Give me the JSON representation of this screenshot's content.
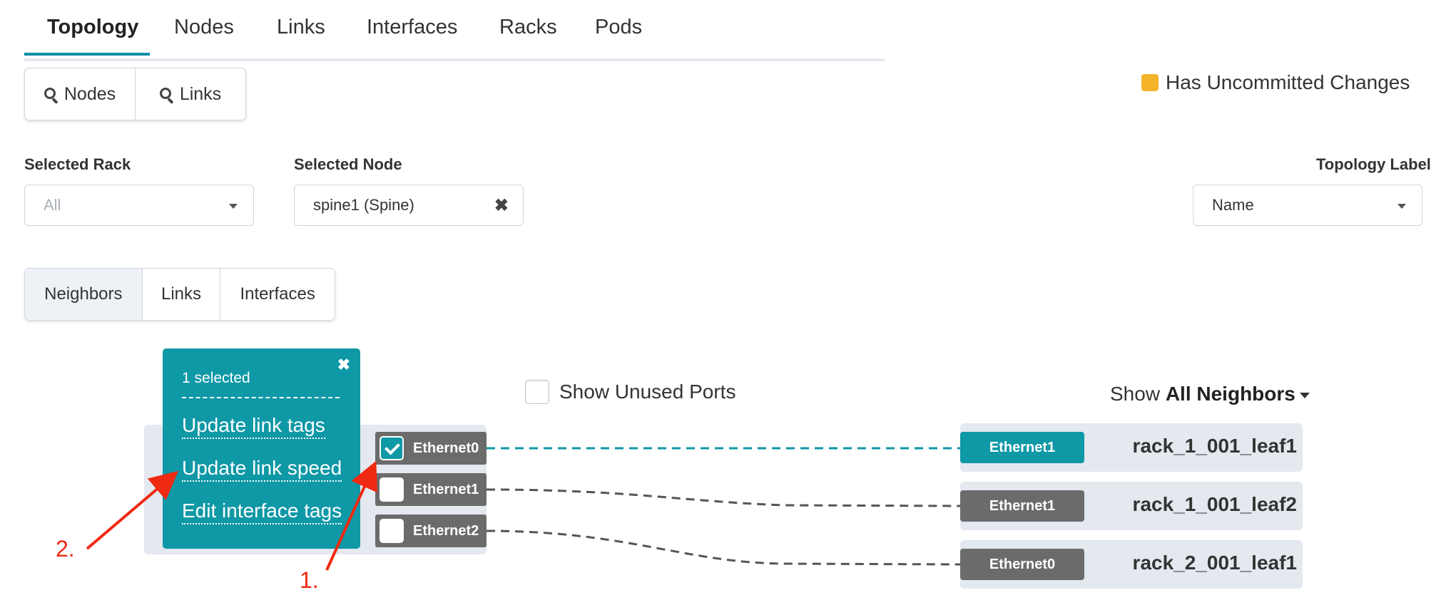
{
  "top_tabs": [
    {
      "label": "Topology",
      "active": true
    },
    {
      "label": "Nodes"
    },
    {
      "label": "Links"
    },
    {
      "label": "Interfaces"
    },
    {
      "label": "Racks"
    },
    {
      "label": "Pods"
    }
  ],
  "search": {
    "nodes_label": "Nodes",
    "links_label": "Links"
  },
  "status": {
    "uncommitted_label": "Has Uncommitted Changes",
    "color": "#f5b32a"
  },
  "filters": {
    "rack_label": "Selected Rack",
    "rack_value": "All",
    "node_label": "Selected Node",
    "node_value": "spine1 (Spine)",
    "topology_label": "Topology Label",
    "topology_value": "Name"
  },
  "sub_tabs": [
    {
      "label": "Neighbors",
      "active": true
    },
    {
      "label": "Links"
    },
    {
      "label": "Interfaces"
    }
  ],
  "popup": {
    "selected_text": "1 selected",
    "actions": [
      "Update link tags",
      "Update link speed",
      "Edit interface tags"
    ]
  },
  "ports": [
    {
      "label": "Ethernet0",
      "checked": true
    },
    {
      "label": "Ethernet1",
      "checked": false
    },
    {
      "label": "Ethernet2",
      "checked": false
    }
  ],
  "show_unused_label": "Show Unused Ports",
  "show_neighbors": {
    "prefix": "Show",
    "value": "All Neighbors"
  },
  "neighbors": [
    {
      "iface": "Ethernet1",
      "name": "rack_1_001_leaf1",
      "highlight": true
    },
    {
      "iface": "Ethernet1",
      "name": "rack_1_001_leaf2",
      "highlight": false
    },
    {
      "iface": "Ethernet0",
      "name": "rack_2_001_leaf1",
      "highlight": false
    }
  ],
  "annotations": [
    "1.",
    "2."
  ],
  "colors": {
    "accent": "#0f98a6",
    "port_gray": "#6b6b6b",
    "annotation_red": "#ee2a12"
  }
}
